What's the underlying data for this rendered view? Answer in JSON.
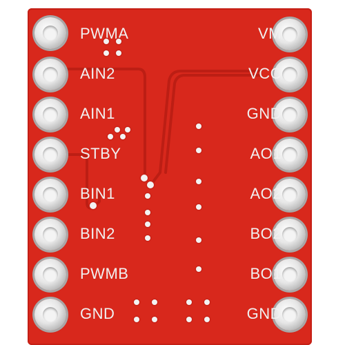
{
  "board": {
    "color": "#d8281c",
    "left_labels": [
      "PWMA",
      "AIN2",
      "AIN1",
      "STBY",
      "BIN1",
      "BIN2",
      "PWMB",
      "GND"
    ],
    "right_labels": [
      "VM",
      "VCC",
      "GND",
      "AO1",
      "AO2",
      "BO2",
      "BO1",
      "GND"
    ]
  }
}
